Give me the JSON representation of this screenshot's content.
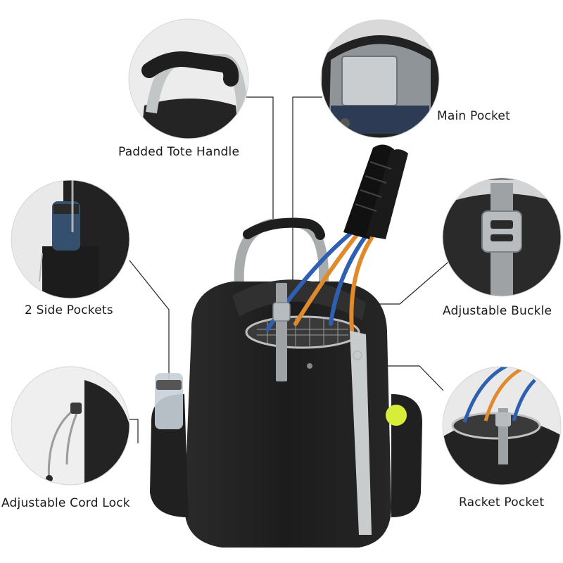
{
  "features": [
    {
      "id": "handle",
      "label": "Padded Tote Handle",
      "icon": "tote-handle-closeup"
    },
    {
      "id": "main",
      "label": "Main Pocket",
      "icon": "main-pocket-closeup"
    },
    {
      "id": "side",
      "label": "2 Side Pockets",
      "icon": "side-pocket-closeup"
    },
    {
      "id": "buckle",
      "label": "Adjustable Buckle",
      "icon": "buckle-closeup"
    },
    {
      "id": "cord",
      "label": "Adjustable Cord Lock",
      "icon": "cord-lock-closeup"
    },
    {
      "id": "racket",
      "label": "Racket Pocket",
      "icon": "racket-pocket-closeup"
    }
  ],
  "colors": {
    "bag": "#1f1f1f",
    "bag_shade": "#2b2b2b",
    "accent_gray": "#a8acae",
    "racket_orange": "#e08a2c",
    "racket_blue": "#2f5fb0",
    "tennis_ball": "#d8ec3a",
    "circle_bg": "#e8e8e8"
  }
}
